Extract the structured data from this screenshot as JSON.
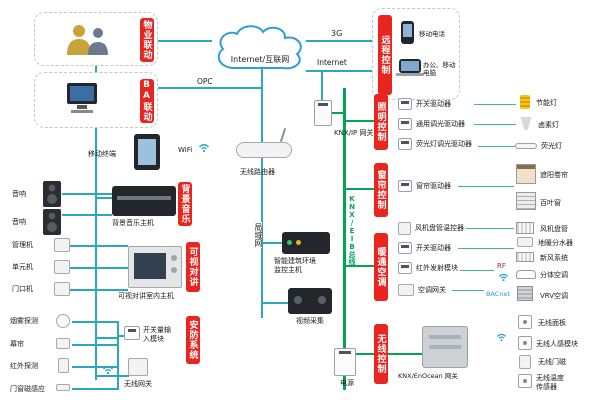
{
  "colors": {
    "red": "#e8251f",
    "green": "#00a651",
    "teal": "#2aa9b8",
    "blue": "#2e9fd4"
  },
  "top": {
    "property_box_label": "物业联动",
    "ba_box_label": "BA联动",
    "cloud_label": "Internet/互联网",
    "link_3g": "3G",
    "link_internet": "Internet",
    "link_opc": "OPC",
    "remote_label": "远程控制",
    "mobile_phone": "移动电话",
    "office_pc": "办公、移动电脑"
  },
  "center": {
    "knx_ip_gateway": "KNX/IP 网关",
    "wireless_router": "无线路由器",
    "wifi": "WiFi",
    "mobile_terminal": "移动终端",
    "lan": "局域网",
    "env_host": "智能建筑环境监控主机",
    "video_capture": "视频采集",
    "knx_bus": "KNX/EIB总线",
    "power": "电源"
  },
  "left": {
    "speaker_label": "音响",
    "bgm_label": "背景音乐",
    "bgm_host": "背景音乐主机",
    "intercom_label": "可视对讲",
    "intercom_items": [
      "管理机",
      "单元机",
      "门口机"
    ],
    "intercom_host": "可视对讲室内主机",
    "security_label": "安防系统",
    "security_sensors": [
      "烟雾探测",
      "幕帘",
      "红外探测",
      "门窗磁感应"
    ],
    "io_module": "开关量输入模块",
    "wireless_gateway": "无线网关"
  },
  "right": {
    "lighting_label": "照明控制",
    "lighting_modules": [
      "开关驱动器",
      "通用调光驱动器",
      "荧光灯调光驱动器"
    ],
    "lighting_loads": [
      "节能灯",
      "卤素灯",
      "荧光灯"
    ],
    "curtain_label": "窗帘控制",
    "curtain_module": "窗帘驱动器",
    "curtain_loads": [
      "遮阳卷帘",
      "百叶窗"
    ],
    "hvac_label": "暖通空调",
    "hvac_modules": [
      "风机盘管温控器",
      "开关驱动器",
      "红外发射模块",
      "空调网关"
    ],
    "hvac_loads": [
      "风机盘管",
      "地暖分水器",
      "新风系统",
      "分体空调",
      "VRV空调"
    ],
    "rf": "RF",
    "bacnet": "BACnet",
    "wireless_label": "无线控制",
    "enocean_gateway": "KNX/EnOcean 网关",
    "wireless_loads": [
      "无线面板",
      "无线人感模块",
      "无线门磁",
      "无线温度传感器"
    ]
  }
}
